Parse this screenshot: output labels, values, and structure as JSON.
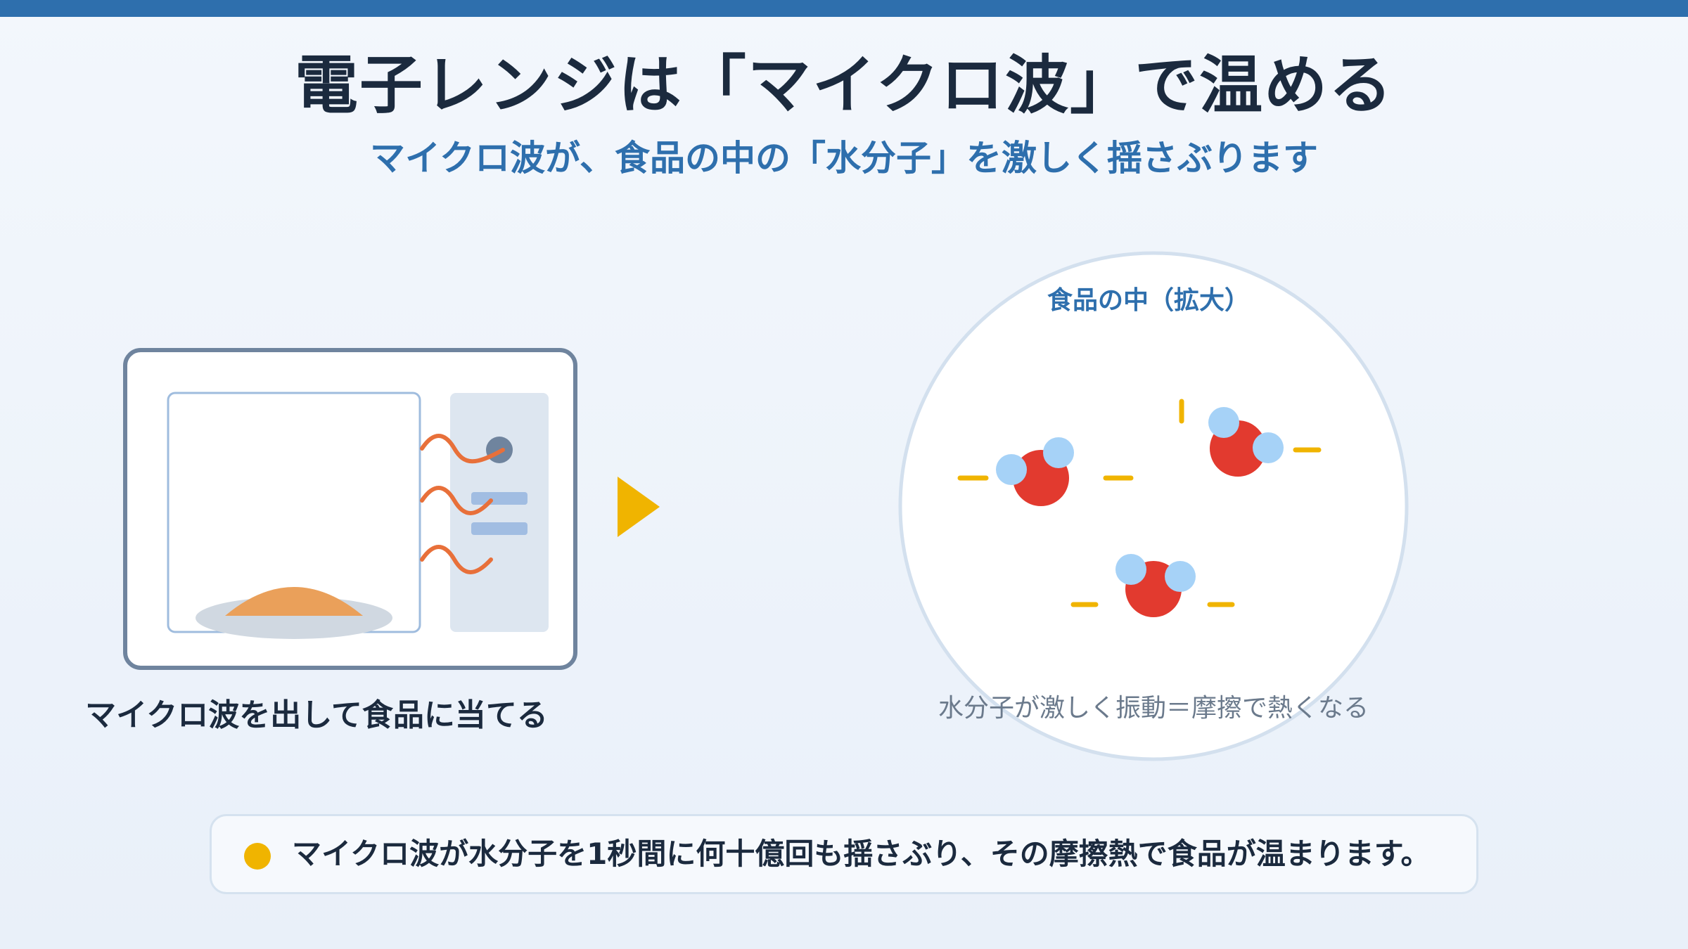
{
  "header": {
    "title": "電子レンジは「マイクロ波」で温める",
    "subtitle": "マイクロ波が、食品の中の「水分子」を激しく揺さぶります"
  },
  "left_panel": {
    "caption": "マイクロ波を出して食品に当てる"
  },
  "right_panel": {
    "zoom_label": "食品の中（拡大）",
    "caption": "水分子が激しく振動＝摩擦で熱くなる"
  },
  "note": {
    "text": "マイクロ波が水分子を1秒間に何十億回も揺さぶり、その摩擦熱で食品が温まります。"
  },
  "colors": {
    "accent_blue": "#2e6fad",
    "title_dark": "#1b2a3e",
    "wave_orange": "#e8703a",
    "arrow_yellow": "#f0b400",
    "oxygen_red": "#e23a2f",
    "hydrogen_blue": "#a6d2f7",
    "food_orange": "#eaa05a"
  }
}
